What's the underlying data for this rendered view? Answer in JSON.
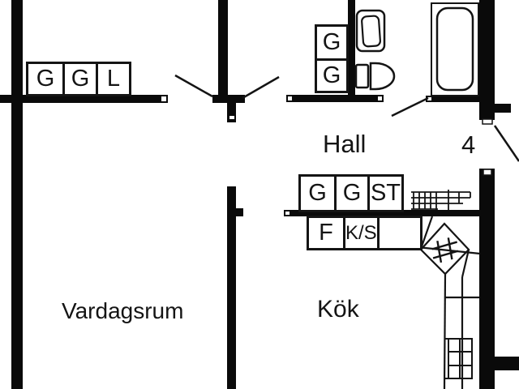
{
  "labels": {
    "hall": "Hall",
    "apartment_number": "4",
    "living_room": "Vardagsrum",
    "kitchen": "Kök"
  },
  "closets": {
    "entry_row": [
      "G",
      "G",
      "L"
    ],
    "bathroom_stack": [
      "G",
      "G"
    ],
    "hall_row": [
      "G",
      "G",
      "ST"
    ],
    "kitchen_row": [
      "F",
      "K/S"
    ]
  },
  "icons": [
    "bathtub-icon",
    "toilet-icon",
    "washbasin-icon",
    "corner-sink-icon",
    "stove-icon",
    "hall-shelf-icon",
    "door-swing-icon"
  ],
  "colors": {
    "background": "#ffffff",
    "wall": "#0a0a0a",
    "line": "#141414",
    "text": "#141414"
  }
}
